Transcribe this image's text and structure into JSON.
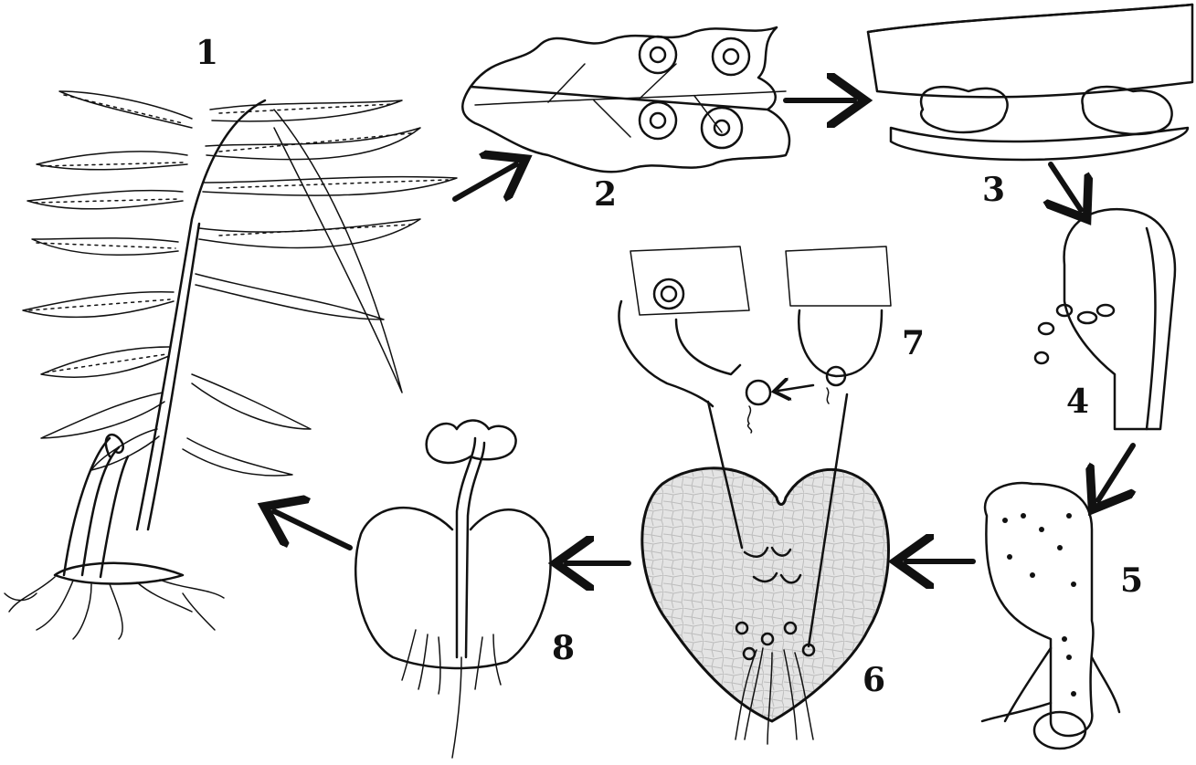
{
  "diagram": {
    "stage_labels": [
      "1",
      "2",
      "3",
      "4",
      "5",
      "6",
      "7",
      "8"
    ]
  },
  "colors": {
    "ink": "#111111",
    "shade": "#e6e6e6",
    "background": "#ffffff"
  }
}
